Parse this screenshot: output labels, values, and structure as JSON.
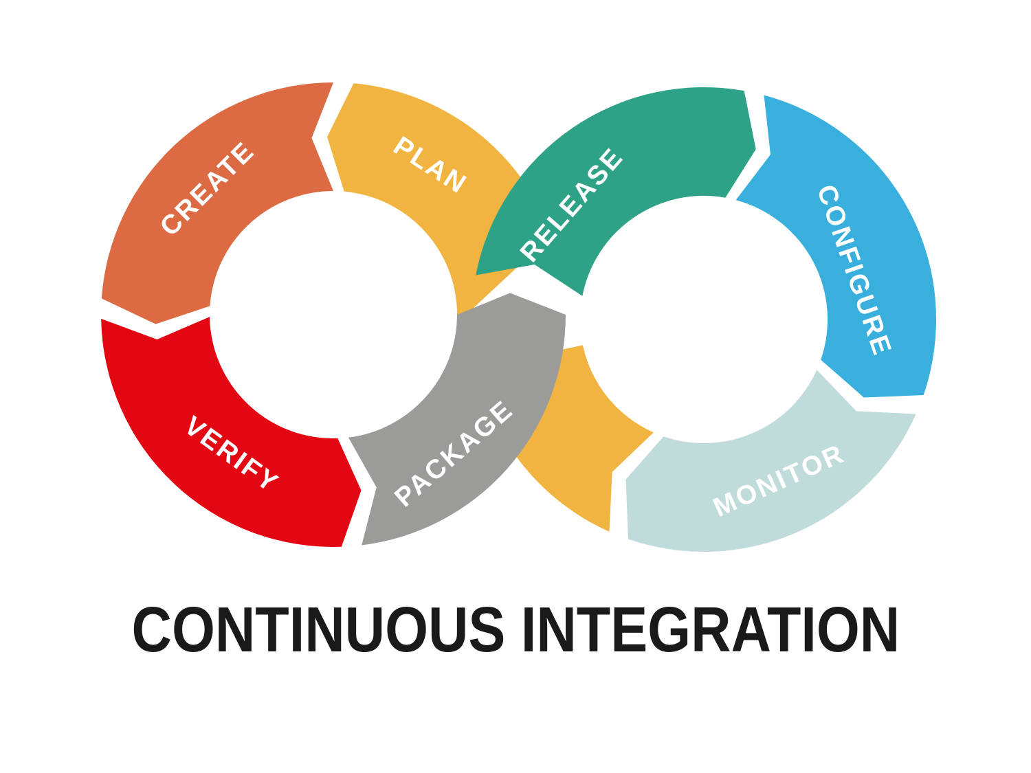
{
  "title": "CONTINUOUS INTEGRATION",
  "diagram": {
    "type": "devops-infinity-loop",
    "background": "#FFFFFF",
    "label_color": "#FFFFFF",
    "title_color": "#1A1A1A",
    "left_loop_order": [
      "PLAN",
      "CREATE",
      "VERIFY",
      "PACKAGE"
    ],
    "right_loop_order": [
      "RELEASE",
      "CONFIGURE",
      "MONITOR"
    ],
    "segments": [
      {
        "id": "plan",
        "label": "PLAN",
        "color": "#F1B441"
      },
      {
        "id": "create",
        "label": "CREATE",
        "color": "#DC6B44"
      },
      {
        "id": "verify",
        "label": "VERIFY",
        "color": "#E30613"
      },
      {
        "id": "package",
        "label": "PACKAGE",
        "color": "#9B9B9A"
      },
      {
        "id": "release",
        "label": "RELEASE",
        "color": "#2EA287"
      },
      {
        "id": "configure",
        "label": "CONFIGURE",
        "color": "#38AFDC"
      },
      {
        "id": "monitor",
        "label": "MONITOR",
        "color": "#C0DCDA"
      },
      {
        "id": "loop-connector",
        "label": "",
        "color": "#F1B441"
      }
    ]
  }
}
